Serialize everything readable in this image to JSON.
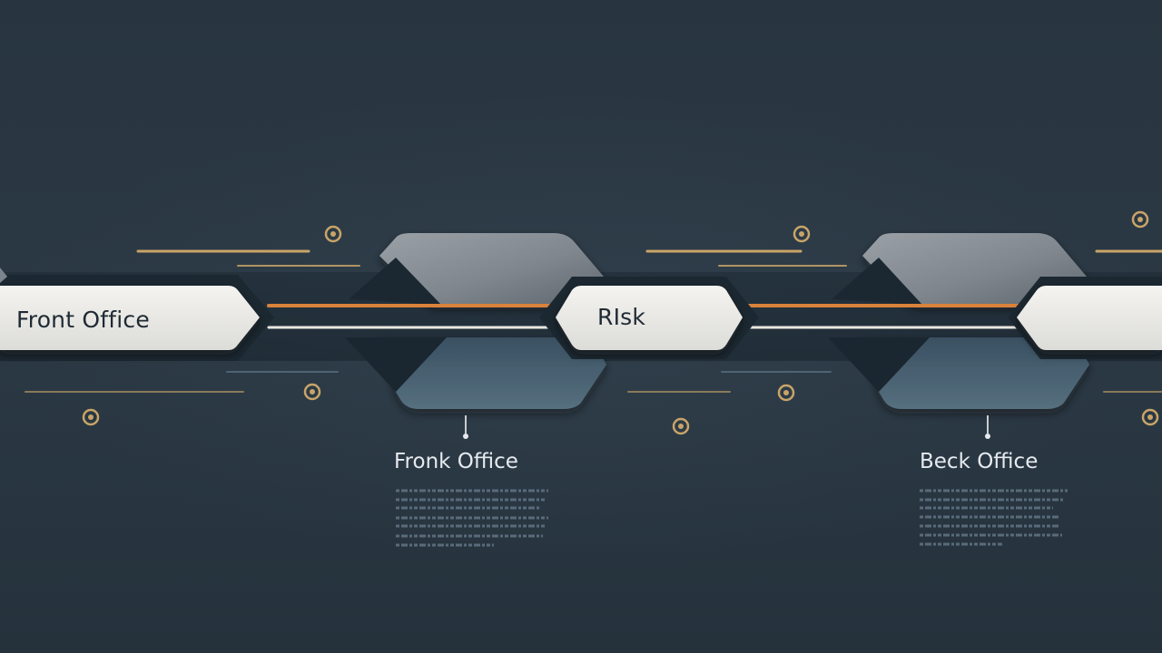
{
  "nodes": {
    "front_office": "Front Office",
    "risk": "RIsk"
  },
  "captions": {
    "frank_office": "Fronk Office",
    "back_office": "Beck Office"
  },
  "colors": {
    "background": "#27343f",
    "accent_orange": "#d9823a",
    "accent_gold": "#c9a468",
    "pill_light": "#eeeeec",
    "hex_gray": "#8a9096",
    "hex_blue": "#3f5768"
  },
  "icons": [
    "target-dot-icon"
  ]
}
